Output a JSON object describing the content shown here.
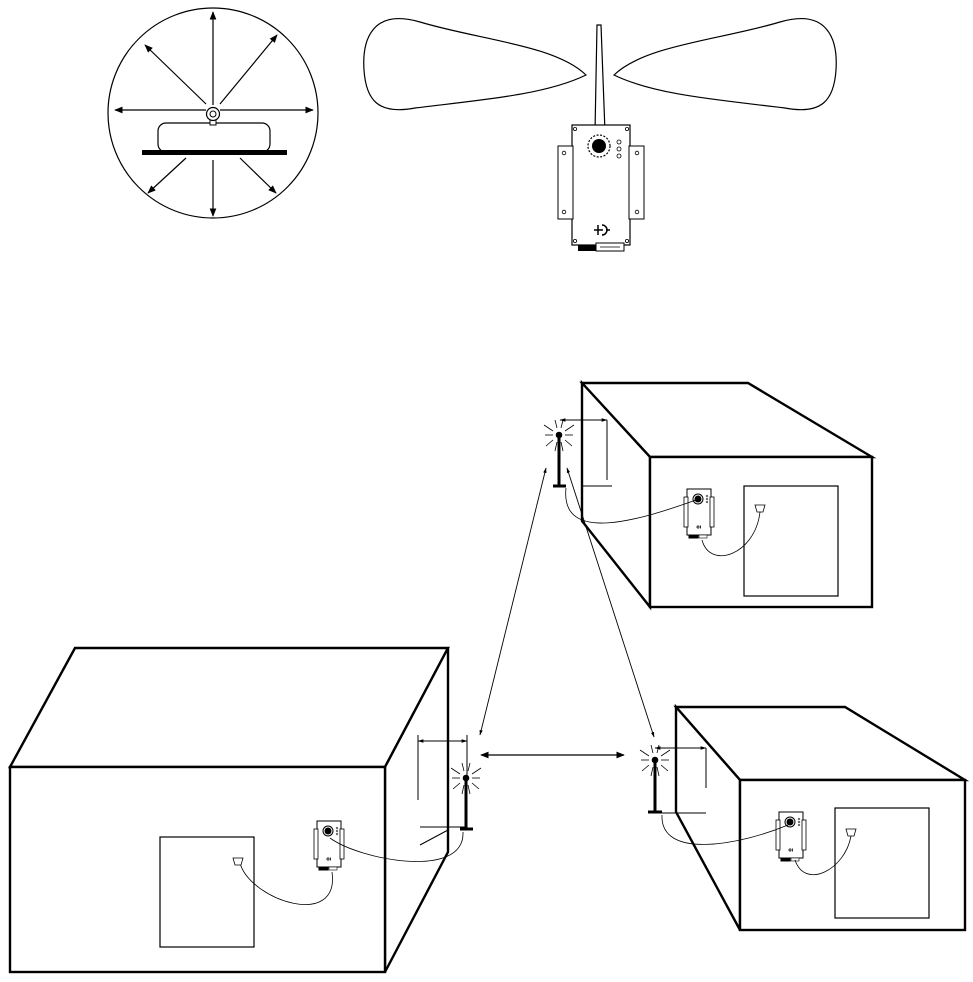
{
  "diagram": {
    "style": {
      "stroke": "#000000",
      "fill": "#ffffff"
    },
    "panels": [
      {
        "id": "omni-pattern-top-view",
        "kind": "radiation pattern",
        "arrow_directions": 8
      },
      {
        "id": "dipole-pattern-side-view",
        "kind": "radiation pattern",
        "lobes": 2
      }
    ],
    "rooms": [
      {
        "id": "room-left",
        "has_antenna": true,
        "has_transceiver": true,
        "has_panel": true
      },
      {
        "id": "room-top-right",
        "has_antenna": true,
        "has_transceiver": true,
        "has_panel": true
      },
      {
        "id": "room-bottom-right",
        "has_antenna": true,
        "has_transceiver": true,
        "has_panel": true
      }
    ],
    "links": [
      {
        "from": "room-left",
        "to": "room-top-right"
      },
      {
        "from": "room-left",
        "to": "room-bottom-right"
      },
      {
        "from": "room-top-right",
        "to": "room-bottom-right"
      }
    ]
  }
}
